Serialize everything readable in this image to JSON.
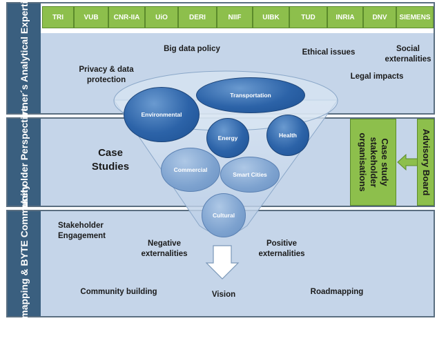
{
  "partners": [
    "TRI",
    "VUB",
    "CNR-IIA",
    "UiO",
    "DERI",
    "NIIF",
    "UIBK",
    "TUD",
    "INRIA",
    "DNV",
    "SIEMENS"
  ],
  "band_partner": {
    "label": "Partner´s Analytical Expertise",
    "big_data_policy": "Big data policy",
    "ethical_issues": "Ethical issues",
    "social_externalities": "Social externalities",
    "privacy": "Privacy & data protection",
    "legal_impacts": "Legal impacts"
  },
  "band_stakeholder": {
    "label": "Stakeholder Perspective",
    "case_studies": "Case Studies",
    "case_study_orgs": "Case study stakeholder organisations",
    "advisory_board": "Advisory Board"
  },
  "band_roadmap": {
    "label": "Roadmapping & BYTE Community",
    "stakeholder_engagement": "Stakeholder Engagement",
    "negative_externalities": "Negative externalities",
    "positive_externalities": "Positive externalities",
    "community_building": "Community building",
    "vision": "Vision",
    "roadmapping": "Roadmapping"
  },
  "bubbles": {
    "environmental": "Environmental",
    "transportation": "Transportation",
    "energy": "Energy",
    "health": "Health",
    "commercial": "Commercial",
    "smart_cities": "Smart Cities",
    "cultural": "Cultural"
  },
  "colors": {
    "band_label_bg": "#3a5f7f",
    "band_body_bg": "#c5d5e9",
    "partner_cell_bg": "#8dbf4c",
    "bubble_dark": "#2c63a8",
    "bubble_light": "#7da2cf"
  }
}
